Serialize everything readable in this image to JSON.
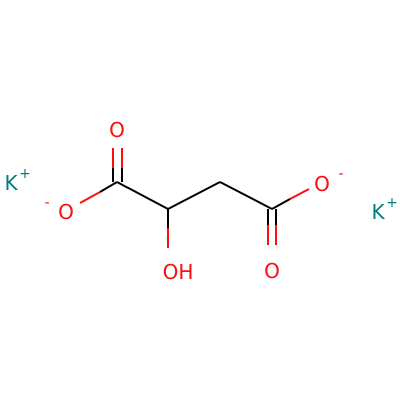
{
  "molecule": {
    "colors": {
      "carbon": "#000000",
      "oxygen": "#ff0d0d",
      "potassium": "#007f7f"
    },
    "atoms": {
      "o_top_left": "O",
      "o_minus_left": "O",
      "o_minus_left_charge": "-",
      "oh": "OH",
      "o_minus_right": "O",
      "o_minus_right_charge": "-",
      "o_bottom_right": "O",
      "k_left": "K",
      "k_left_charge": "+",
      "k_right": "K",
      "k_right_charge": "+"
    }
  }
}
